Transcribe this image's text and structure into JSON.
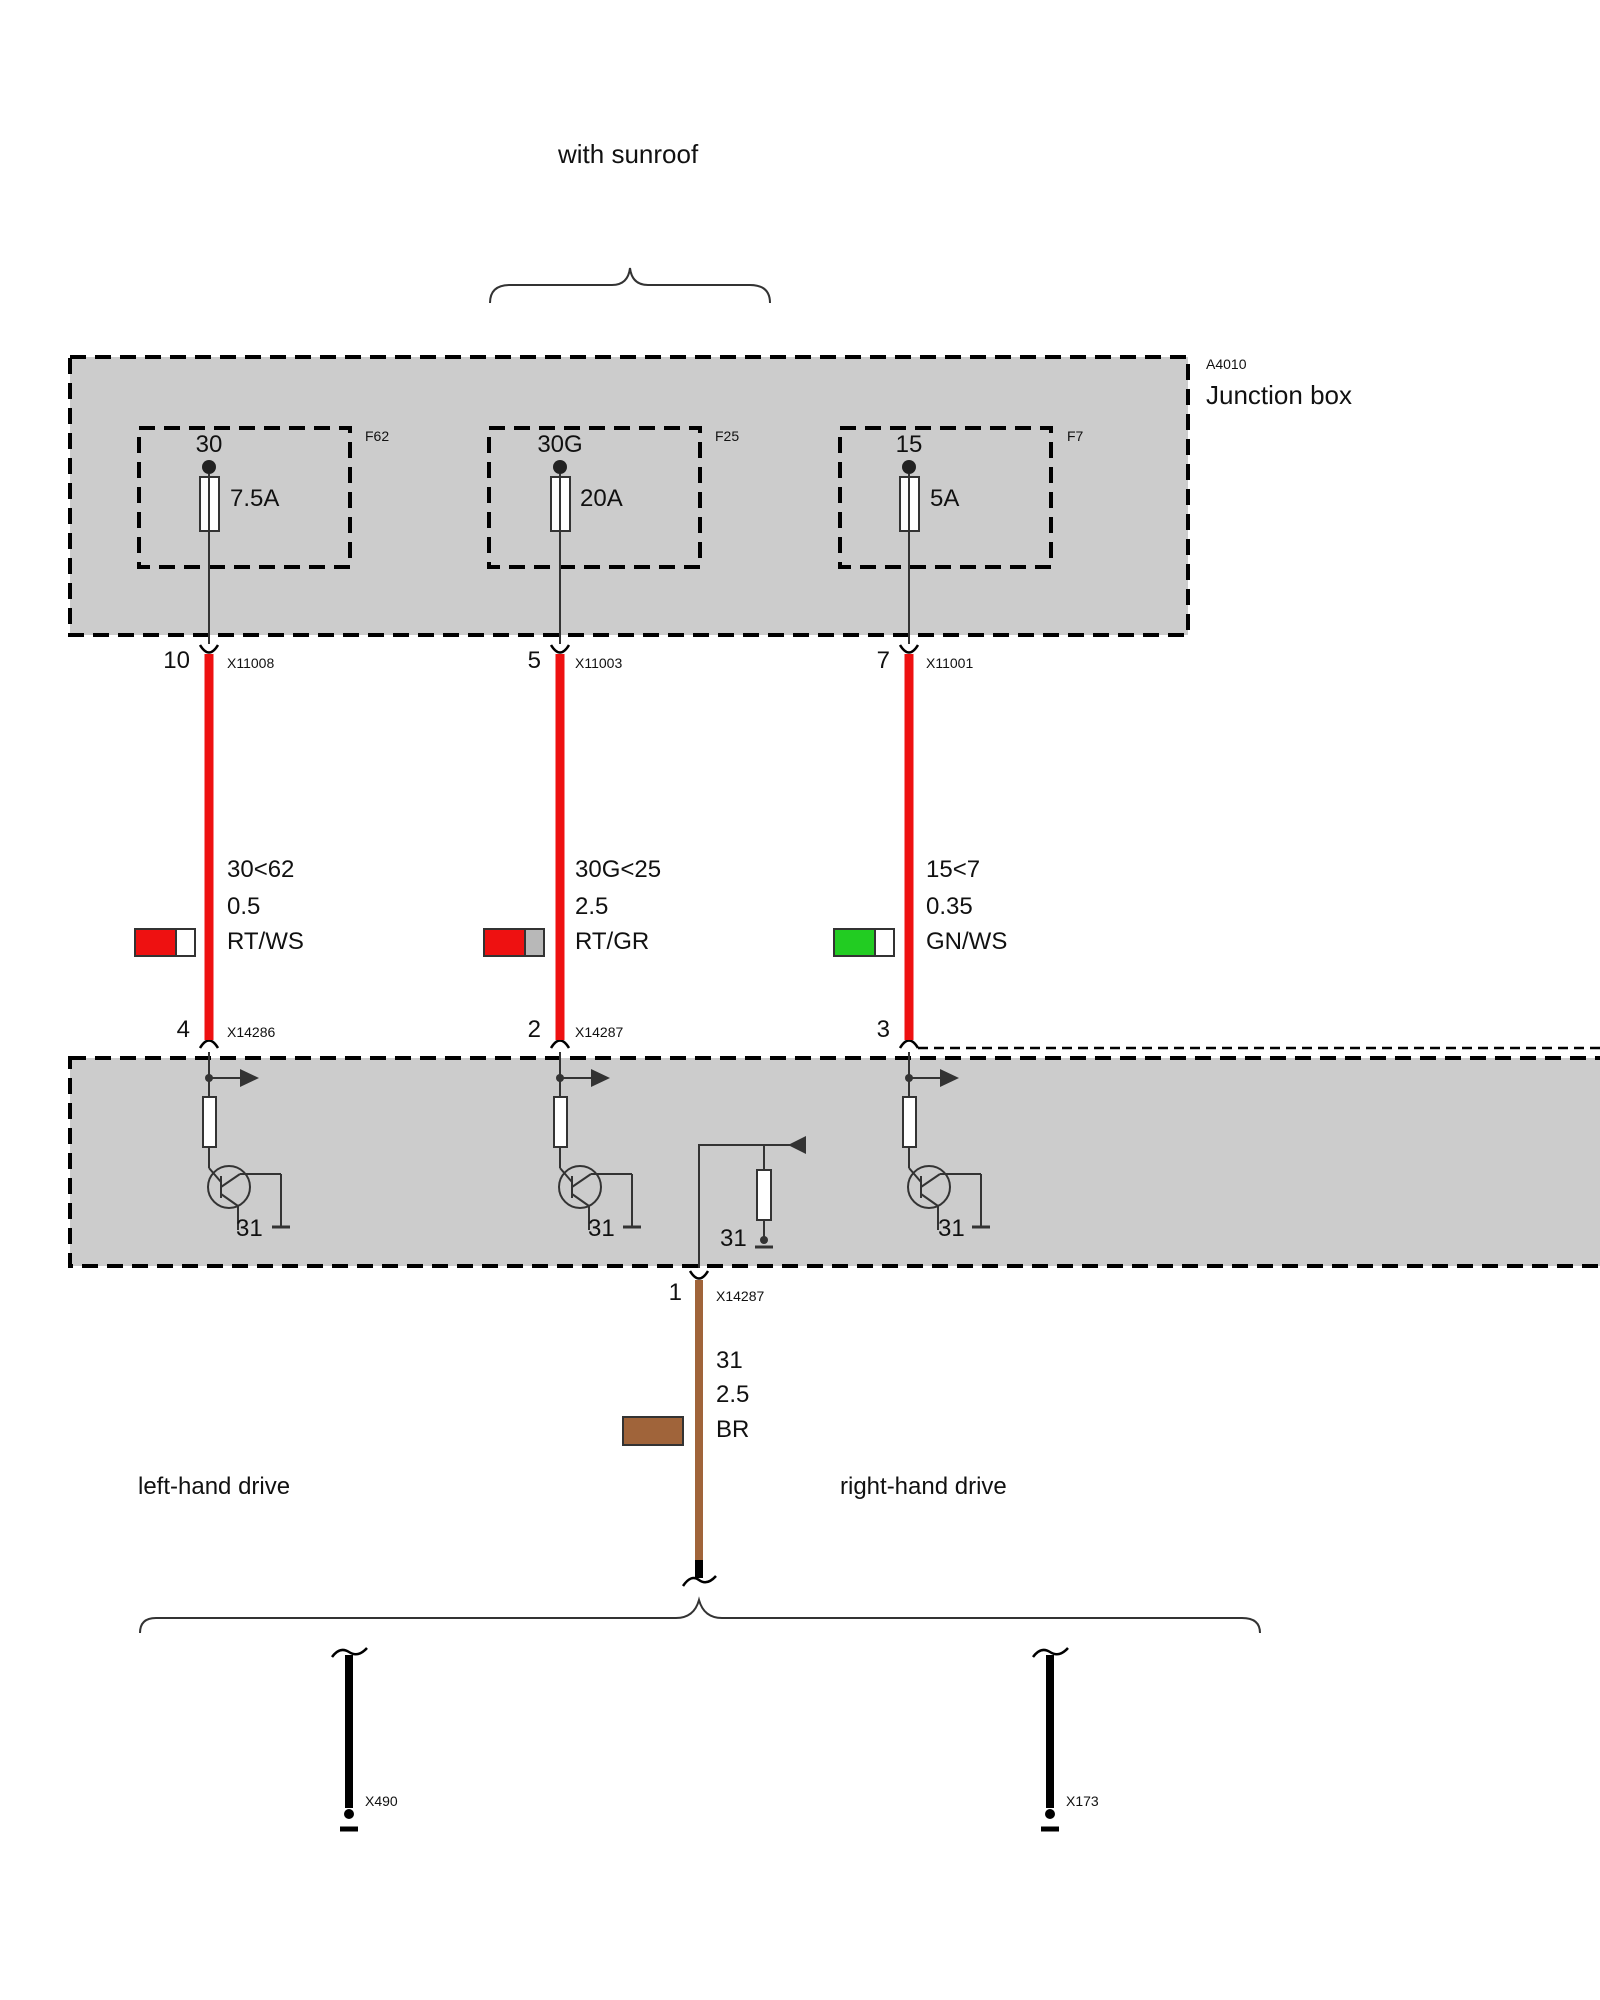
{
  "header": {
    "option_note": "with sunroof"
  },
  "junction_box": {
    "id": "A4010",
    "name": "Junction box",
    "fuses": [
      {
        "fuse_id": "F62",
        "terminal": "30",
        "rating": "7.5A"
      },
      {
        "fuse_id": "F25",
        "terminal": "30G",
        "rating": "20A"
      },
      {
        "fuse_id": "F7",
        "terminal": "15",
        "rating": "5A"
      }
    ]
  },
  "wires": [
    {
      "top_pin": "10",
      "top_connector": "X11008",
      "signal": "30<62",
      "gauge": "0.5",
      "color_code": "RT/WS",
      "swatch_colors": [
        "#ee1111",
        "#ffffff"
      ],
      "bottom_pin": "4",
      "bottom_connector": "X14286"
    },
    {
      "top_pin": "5",
      "top_connector": "X11003",
      "signal": "30G<25",
      "gauge": "2.5",
      "color_code": "RT/GR",
      "swatch_colors": [
        "#ee1111",
        "#b8b8b8"
      ],
      "bottom_pin": "2",
      "bottom_connector": "X14287"
    },
    {
      "top_pin": "7",
      "top_connector": "X11001",
      "signal": "15<7",
      "gauge": "0.35",
      "color_code": "GN/WS",
      "swatch_colors": [
        "#22cc22",
        "#ffffff"
      ],
      "bottom_pin": "3",
      "bottom_connector": null
    }
  ],
  "module": {
    "ground_labels": [
      "31",
      "31",
      "31",
      "31"
    ]
  },
  "ground_wire": {
    "pin": "1",
    "connector": "X14287",
    "signal": "31",
    "gauge": "2.5",
    "color_code": "BR",
    "swatch_color": "#a0643a"
  },
  "drive_variants": {
    "left_label": "left-hand drive",
    "right_label": "right-hand drive",
    "left_ground": "X490",
    "right_ground": "X173"
  },
  "colors": {
    "wire_red": "#ee1111",
    "wire_brown": "#a0643a",
    "module_fill": "#cccccc"
  }
}
